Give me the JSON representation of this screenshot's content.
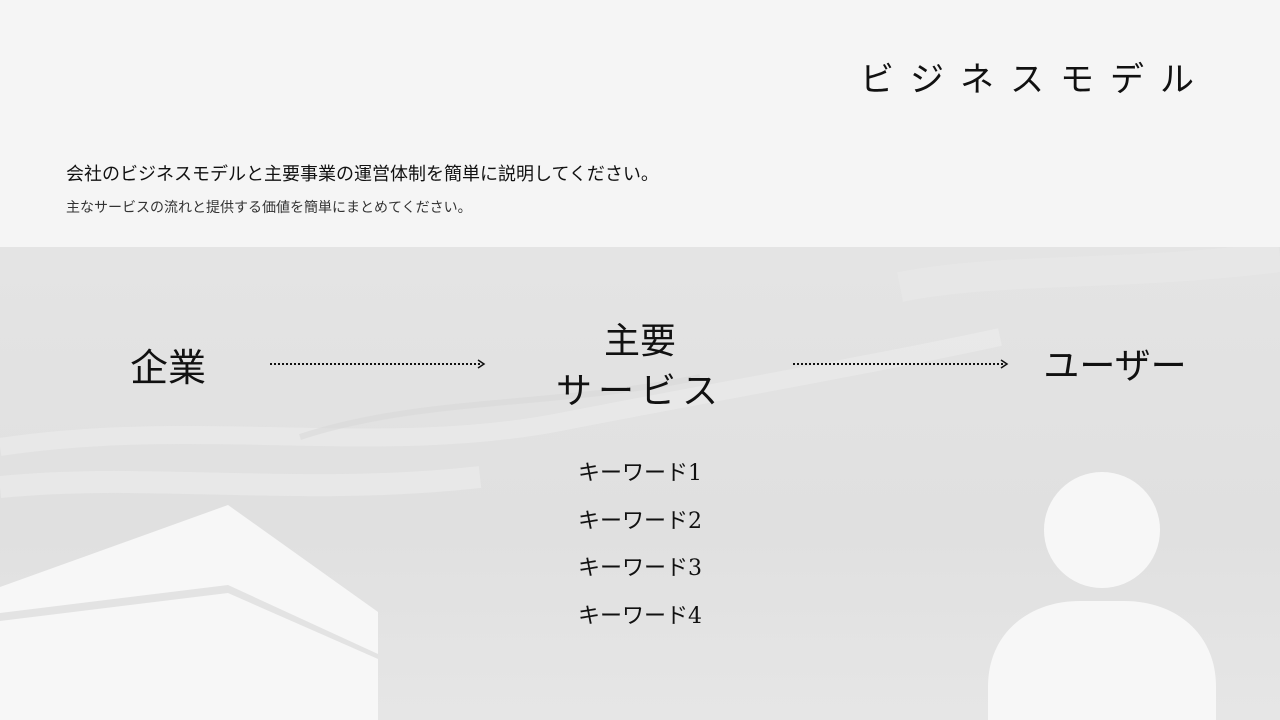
{
  "slide": {
    "title": "ビジネスモデル",
    "description_main": "会社のビジネスモデルと主要事業の運営体制を簡単に説明してください。",
    "description_sub": "主なサービスの流れと提供する価値を簡単にまとめてください。"
  },
  "diagram": {
    "source": "企業",
    "service_line1": "主要",
    "service_line2": "サービス",
    "target": "ユーザー",
    "keywords": [
      "キーワード1",
      "キーワード2",
      "キーワード3",
      "キーワード4"
    ]
  },
  "colors": {
    "top_background": "#f5f5f5",
    "panel_background": "#e2e2e2",
    "text": "#111111",
    "illustration": "#f7f7f7"
  },
  "icons": {
    "building": "building-icon",
    "user": "user-icon"
  }
}
